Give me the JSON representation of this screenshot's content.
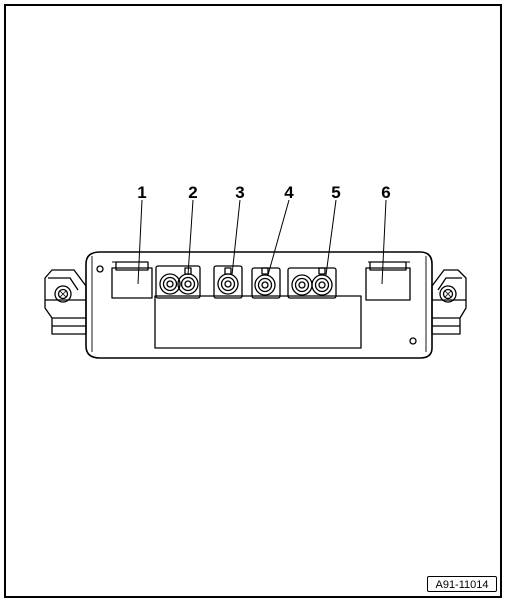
{
  "figure": {
    "callouts": [
      "1",
      "2",
      "3",
      "4",
      "5",
      "6"
    ],
    "reference_code": "A91-11014"
  },
  "colors": {
    "line": "#000000",
    "background": "#ffffff"
  }
}
